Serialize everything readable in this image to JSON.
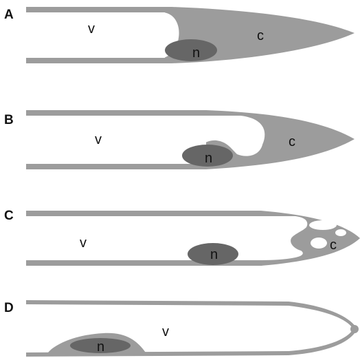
{
  "panels": [
    {
      "letter": "A",
      "vacuole_label": "v",
      "nucleus_label": "n",
      "cytoplasm_label": "c"
    },
    {
      "letter": "B",
      "vacuole_label": "v",
      "nucleus_label": "n",
      "cytoplasm_label": "c"
    },
    {
      "letter": "C",
      "vacuole_label": "v",
      "nucleus_label": "n",
      "cytoplasm_label": "c"
    },
    {
      "letter": "D",
      "vacuole_label": "v",
      "nucleus_label": "n"
    }
  ],
  "colors": {
    "cytoplasm": "#9c9c9c",
    "nucleus": "#666666",
    "vacuole": "#ffffff",
    "text": "#111111"
  }
}
